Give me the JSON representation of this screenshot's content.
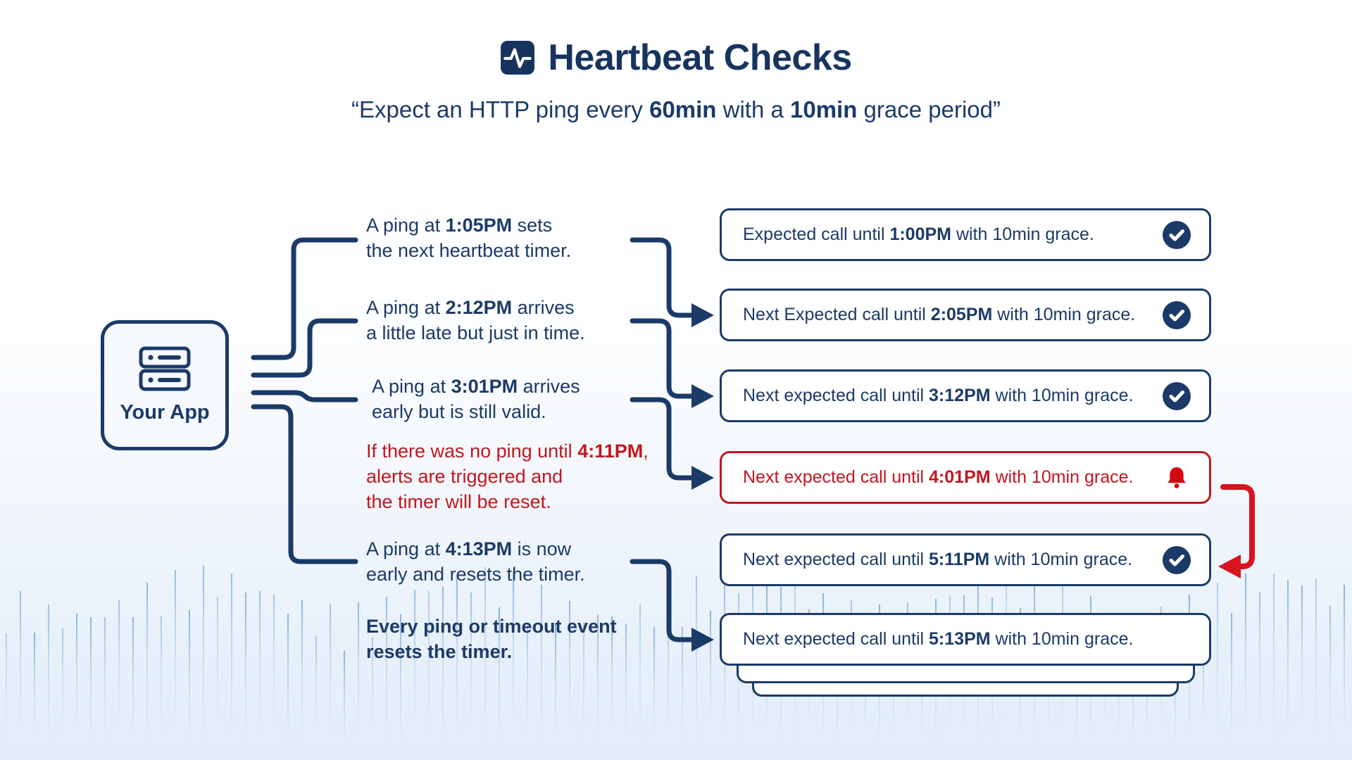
{
  "header": {
    "icon": "heartbeat-icon",
    "title": "Heartbeat Checks",
    "subtitle": {
      "pre": "“Expect an HTTP ping every ",
      "bold1": "60min",
      "mid": " with a ",
      "bold2": "10min",
      "post": " grace period”"
    }
  },
  "app_node": {
    "icon": "server-icon",
    "label": "Your App"
  },
  "annotations": [
    {
      "line1": {
        "pre": "A ping at ",
        "bold": "1:05PM",
        "post": " sets"
      },
      "line2": "the next heartbeat timer.",
      "color": "navy"
    },
    {
      "line1": {
        "pre": "A ping at ",
        "bold": "2:12PM",
        "post": " arrives"
      },
      "line2": "a little late but just in time.",
      "color": "navy"
    },
    {
      "line1": {
        "pre": "A ping at ",
        "bold": "3:01PM",
        "post": " arrives"
      },
      "line2": "early but is still valid.",
      "color": "navy"
    },
    {
      "line1": {
        "pre": "If there was no ping until ",
        "bold": "4:11PM",
        "post": ","
      },
      "line2": "alerts are triggered and",
      "line3": "the timer will be reset.",
      "color": "red"
    },
    {
      "line1": {
        "pre": "A ping at ",
        "bold": "4:13PM",
        "post": " is now"
      },
      "line2": "early and resets the timer.",
      "color": "navy"
    },
    {
      "line1": "Every ping or timeout event",
      "line2": "resets the timer.",
      "color": "navy",
      "emphasis": "bold"
    }
  ],
  "timeline": [
    {
      "text": {
        "pre": "Expected call until ",
        "bold": "1:00PM",
        "post": " with 10min grace."
      },
      "status": "ok",
      "icon": "check-icon"
    },
    {
      "text": {
        "pre": "Next Expected call until ",
        "bold": "2:05PM",
        "post": " with 10min grace."
      },
      "status": "ok",
      "icon": "check-icon"
    },
    {
      "text": {
        "pre": "Next expected call until ",
        "bold": "3:12PM",
        "post": " with 10min grace."
      },
      "status": "ok",
      "icon": "check-icon"
    },
    {
      "text": {
        "pre": "Next expected call until ",
        "bold": "4:01PM",
        "post": " with 10min grace."
      },
      "status": "alert",
      "icon": "bell-icon"
    },
    {
      "text": {
        "pre": "Next expected call until ",
        "bold": "5:11PM",
        "post": " with 10min grace."
      },
      "status": "ok",
      "icon": "check-icon"
    },
    {
      "text": {
        "pre": "Next expected call until ",
        "bold": "5:13PM",
        "post": " with 10min grace."
      },
      "status": "none",
      "icon": "none"
    }
  ],
  "colors": {
    "navy": "#1b3a68",
    "title_navy": "#17345f",
    "alert_red": "#c3161f",
    "loop_red": "#d8141e",
    "card_bg": "#ffffff",
    "app_bg": "#f5f8fc",
    "wave_blue": "#88b4e2"
  }
}
